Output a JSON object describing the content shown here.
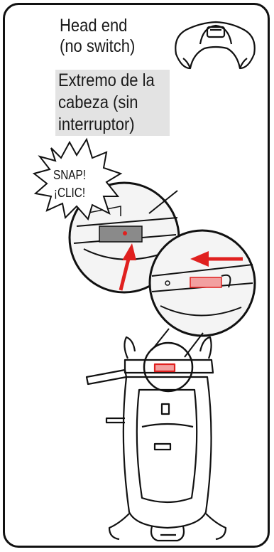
{
  "instruction": {
    "heading_en_line1": "Head end",
    "heading_en_line2": "(no switch)",
    "heading_es_line1": "Extremo de la",
    "heading_es_line2": "cabeza (sin",
    "heading_es_line3": "interruptor)"
  },
  "callout": {
    "line1": "SNAP!",
    "line2": "¡CLIC!"
  },
  "colors": {
    "border": "#111111",
    "spanish_bg": "#e3e3e3",
    "arrow": "#e0201f"
  },
  "icons": [
    "headrest-icon",
    "snap-burst-icon",
    "zoom-detail-icon",
    "arrow-up-icon",
    "arrow-left-icon",
    "bassinet-frame-icon"
  ]
}
